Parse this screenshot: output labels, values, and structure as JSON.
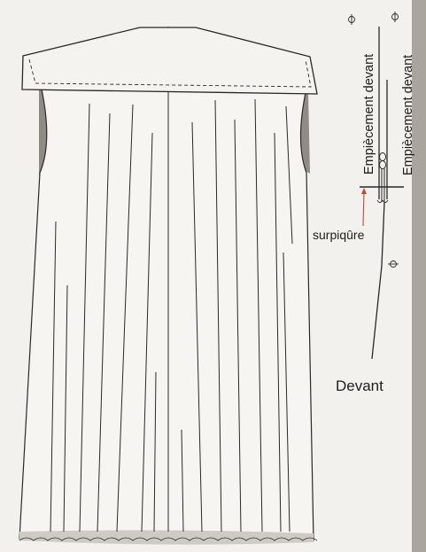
{
  "labels": {
    "yoke_left": "Empiècement devant",
    "yoke_right": "Empiècement devant",
    "topstitch": "surpiqûre",
    "front": "Devant"
  },
  "colors": {
    "paper": "#f2f1ee",
    "page_bg": "#b8b3aa",
    "ink": "#2a2927",
    "shadow": "#8f8b85",
    "pointer": "#c6492f"
  },
  "icons": [
    "grain-line-arrow-icon",
    "notch-symbol-icon"
  ]
}
